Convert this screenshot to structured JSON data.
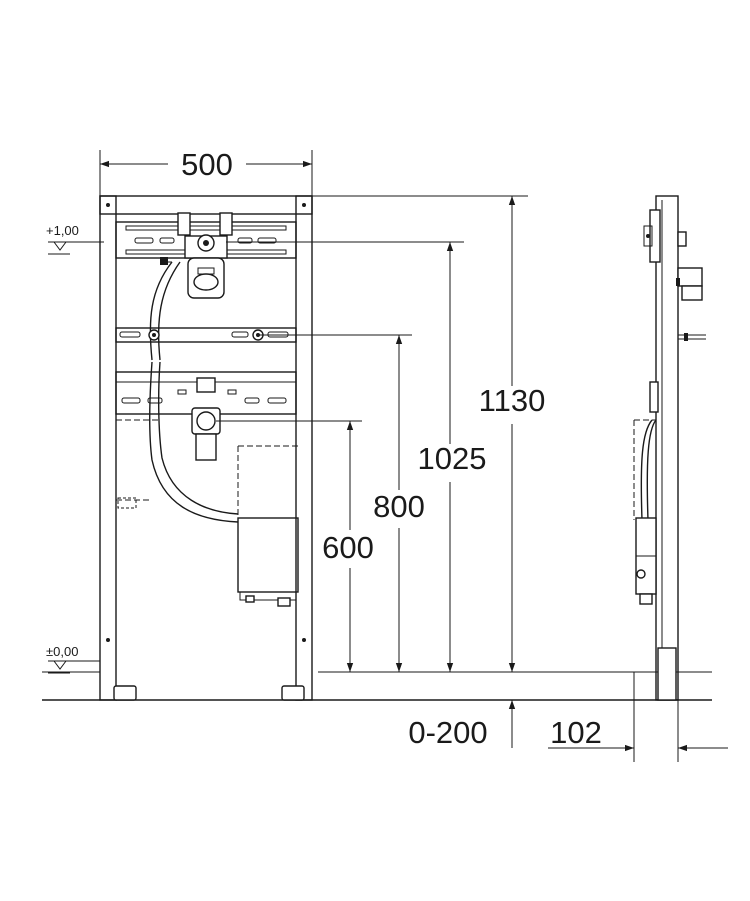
{
  "dimensions": {
    "width_front": "500",
    "height_total": "1130",
    "height_1025": "1025",
    "height_800": "800",
    "height_600": "600",
    "floor_range": "0-200",
    "depth_side": "102"
  },
  "levels": {
    "upper": "+1,00",
    "floor": "±0,00"
  }
}
